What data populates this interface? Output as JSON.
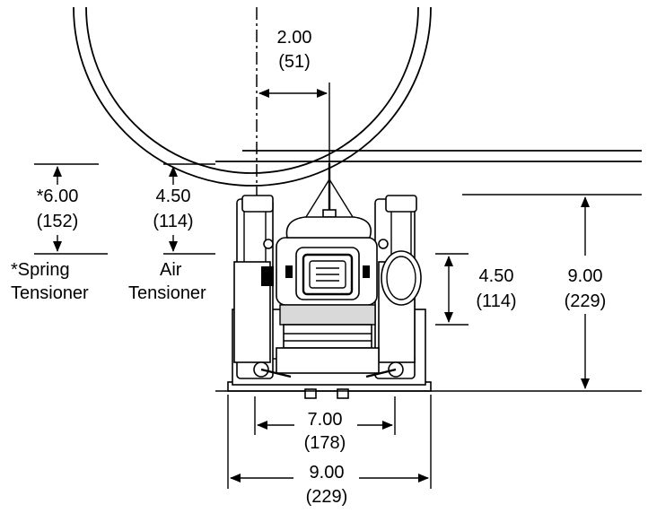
{
  "dimensions": {
    "pulley_offset": {
      "value": "2.00",
      "metric": "(51)"
    },
    "spring_drop": {
      "value": "*6.00",
      "metric": "(152)"
    },
    "air_drop": {
      "value": "4.50",
      "metric": "(114)"
    },
    "adjustment": {
      "value": "4.50",
      "metric": "(114)"
    },
    "overall_height": {
      "value": "9.00",
      "metric": "(229)"
    },
    "inner_width": {
      "value": "7.00",
      "metric": "(178)"
    },
    "overall_width": {
      "value": "9.00",
      "metric": "(229)"
    }
  },
  "labels": {
    "spring_line1": "*Spring",
    "spring_line2": "Tensioner",
    "air_line1": "Air",
    "air_line2": "Tensioner"
  }
}
